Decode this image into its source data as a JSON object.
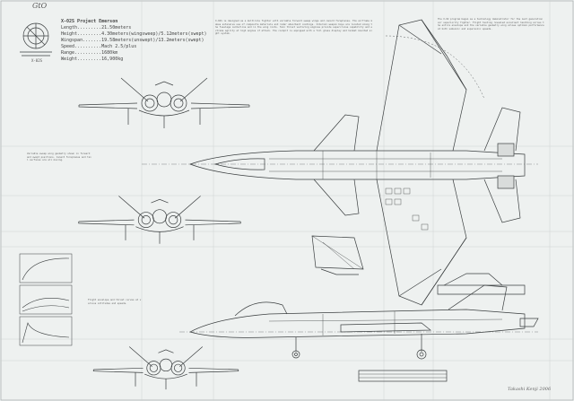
{
  "sheet": {
    "corner_note": "GtO",
    "emblem_caption": "X-02S",
    "signature": "Takashi Kenji 2006",
    "colors": {
      "paper": "#eef1f0",
      "ink": "#3b3f40",
      "grid": "#c6cccb",
      "fill": "#d9dcdb"
    }
  },
  "spec": {
    "title": "X-02S Project Emerson",
    "rows": [
      "Length.........21.50meters",
      "Height.........4.30meters(wingsweep)/5.12meters(swept)",
      "Wingspan.......19.58meters(unswept)/13.2meters(swept)",
      "Speed..........Mach 2.5/plus",
      "Range..........1680km",
      "Weight.........16,900kg"
    ]
  },
  "notes": {
    "main": "X-02S is designed as a multirole fighter with variable forward sweep wings and canard foreplanes. The airframe makes extensive use of composite materials and radar absorbent coatings. Internal weapon bays are located along the fuselage centerline and in the wing roots. Twin thrust vectoring engines provide supercruise capability and extreme agility at high angles of attack. The cockpit is equipped with a full glass display and helmet mounted sight system.",
    "right": "The X-02 program began as a technology demonstrator for the next generation air superiority fighter. Flight testing revealed excellent handling across the entire envelope and the variable geometry wing allows optimal performance at both subsonic and supersonic speeds.",
    "left": "Variable sweep wing geometry shown in forward and swept positions. Canard foreplanes and tail surfaces are all moving.",
    "side": "Flight envelope and thrust curves at various altitudes and speeds."
  }
}
